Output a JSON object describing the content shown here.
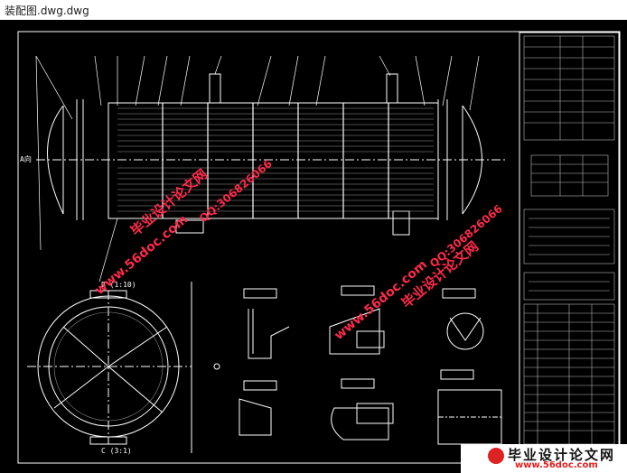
{
  "window": {
    "title": "装配图.dwg.dwg"
  },
  "drawing": {
    "label_a": "A向",
    "label_b": "B (1:10)",
    "label_c": "C (3:1)"
  },
  "watermarks": {
    "site": "www.56doc.com",
    "qq": "QQ:306826066",
    "name": "毕业设计论文网"
  },
  "logo": {
    "name": "毕业设计论文网",
    "url": "www.56doc.com"
  }
}
